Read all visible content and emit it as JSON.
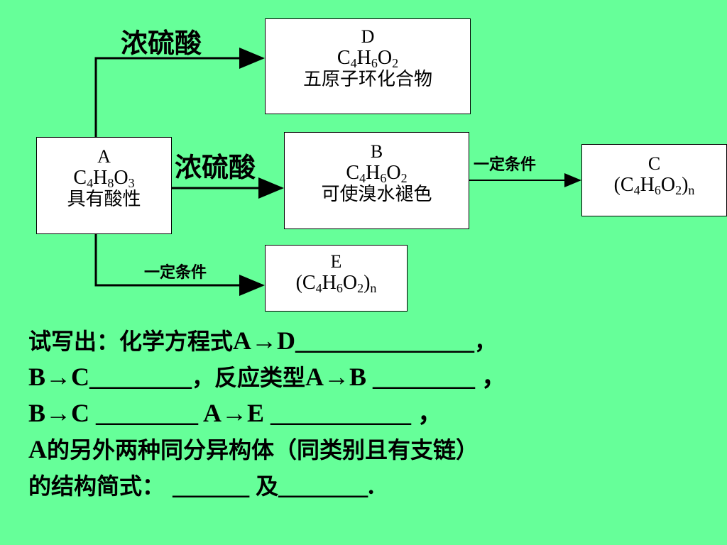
{
  "boxes": {
    "A": {
      "title": "A",
      "formula_html": "C<sub>4</sub>H<sub>8</sub>O<sub>3</sub>",
      "desc": "具有酸性"
    },
    "B": {
      "title": "B",
      "formula_html": "C<sub>4</sub>H<sub>6</sub>O<sub>2</sub>",
      "desc": "可使溴水褪色"
    },
    "C": {
      "title": "C",
      "formula_html": "(C<sub>4</sub>H<sub>6</sub>O<sub>2</sub>)<sub>n</sub>"
    },
    "D": {
      "title": "D",
      "formula_html": "C<sub>4</sub>H<sub>6</sub>O<sub>2</sub>",
      "desc": "五原子环化合物"
    },
    "E": {
      "title": "E",
      "formula_html": "(C<sub>4</sub>H<sub>6</sub>O<sub>2</sub>)<sub>n</sub>"
    }
  },
  "labels": {
    "a_to_d": "浓硫酸",
    "a_to_b": "浓硫酸",
    "b_to_c": "一定条件",
    "a_to_e": "一定条件"
  },
  "question": {
    "line1_a": "试写出：化学方程式",
    "line1_b": "A→D",
    "line1_c": "______________",
    "line1_d": "，",
    "line2_a": "B→C",
    "line2_b": "________",
    "line2_c": "，反应类型",
    "line2_d": "A→B ________ ，",
    "line3_a": "B→C ________ A→E ___________ ，",
    "line4_a": "A",
    "line4_b": "的另外两种同分异构体（同类别且有支链）",
    "line5_a": "的结构简式：",
    "line5_b": "______ ",
    "line5_c": "及",
    "line5_d": "_______."
  }
}
